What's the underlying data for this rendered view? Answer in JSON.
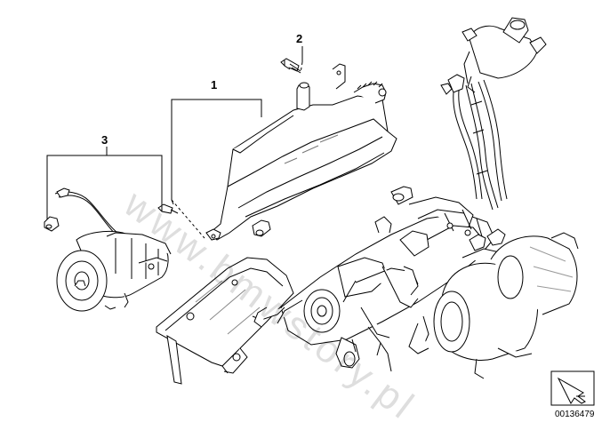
{
  "callouts": {
    "part_1": "1",
    "part_2": "2",
    "part_3": "3"
  },
  "diagram_id": "00136479",
  "watermark": "www.bmwstory.pl",
  "colors": {
    "line": "#000000",
    "paper": "#ffffff",
    "shade": "#bdbdbd",
    "dark": "#555555"
  }
}
